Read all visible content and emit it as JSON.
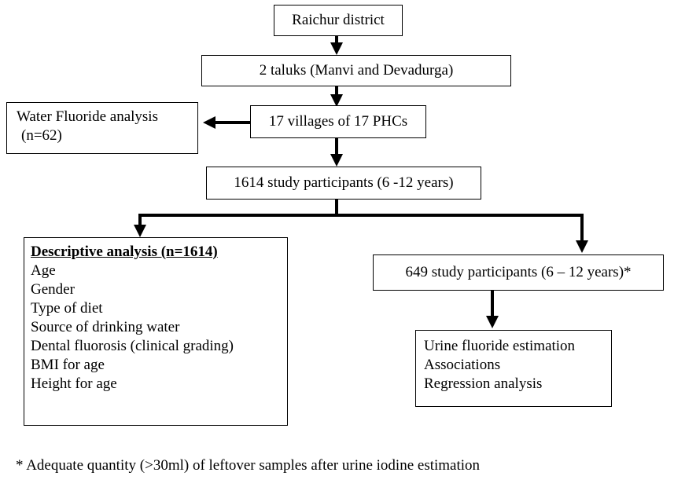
{
  "flowchart": {
    "district": "Raichur district",
    "taluks": "2 taluks  (Manvi and Devadurga)",
    "villages": "17 villages of 17 PHCs",
    "water_analysis": {
      "line1": "Water Fluoride analysis",
      "line2": "(n=62)"
    },
    "participants_all": "1614 study participants (6 -12 years)",
    "descriptive": {
      "heading": "Descriptive analysis (n=1614)",
      "items": [
        "Age",
        "Gender",
        "Type of diet",
        "Source of drinking water",
        "Dental fluorosis (clinical grading)",
        "BMI for age",
        "Height for age"
      ]
    },
    "participants_subset": "649 study participants (6 – 12 years)*",
    "urine": {
      "items": [
        "Urine fluoride estimation",
        "Associations",
        "Regression analysis"
      ]
    }
  },
  "footnote": "* Adequate quantity (>30ml) of leftover samples after urine iodine estimation"
}
